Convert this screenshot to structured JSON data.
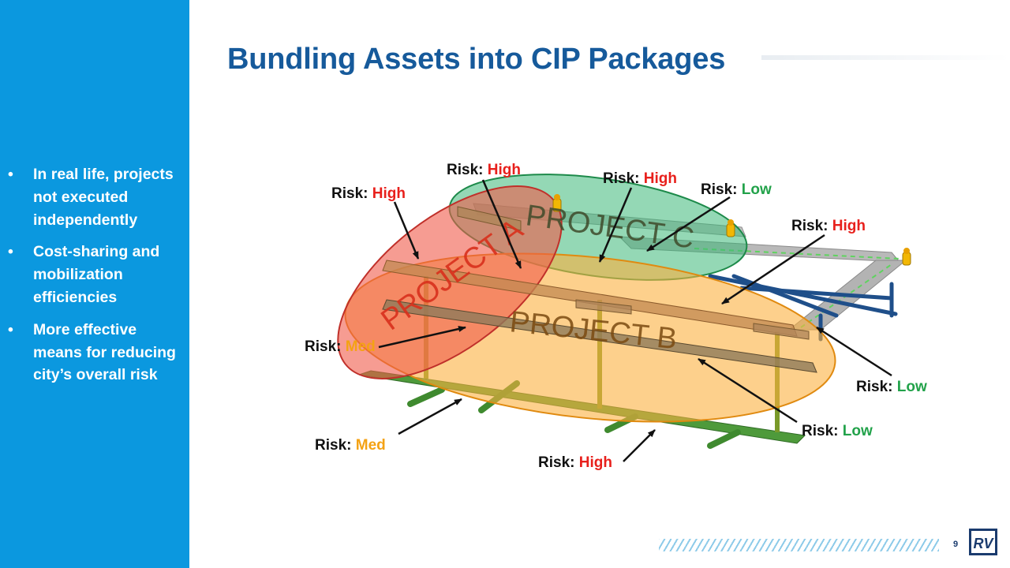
{
  "sidebar": {
    "bullets": [
      {
        "marker": "•",
        "text": "In real life, projects not executed independently"
      },
      {
        "marker": "•",
        "text": "Cost-sharing and mobilization efficiencies"
      },
      {
        "marker": "•",
        "text": "More effective means for reducing city’s overall risk"
      }
    ]
  },
  "title": "Bundling Assets into CIP Packages",
  "projects": {
    "a": "PROJECT A",
    "b": "PROJECT B",
    "c": "PROJECT C"
  },
  "risk_prefix": "Risk:",
  "risks": [
    {
      "level": "High",
      "color": "#e8201c"
    },
    {
      "level": "High",
      "color": "#e8201c"
    },
    {
      "level": "High",
      "color": "#e8201c"
    },
    {
      "level": "Low",
      "color": "#22a24a"
    },
    {
      "level": "High",
      "color": "#e8201c"
    },
    {
      "level": "Med",
      "color": "#f4a214"
    },
    {
      "level": "Low",
      "color": "#22a24a"
    },
    {
      "level": "Low",
      "color": "#22a24a"
    },
    {
      "level": "Med",
      "color": "#f4a214"
    },
    {
      "level": "High",
      "color": "#e8201c"
    }
  ],
  "colors": {
    "sidebar": "#0b98df",
    "title": "#165a9b",
    "project_a_fill": "#f05a4a",
    "project_b_fill": "#fbb040",
    "project_c_fill": "#3cb878"
  },
  "icons": [
    "fire-hydrant-icon",
    "rv-logo-icon"
  ],
  "footer": {
    "page_number": "9",
    "logo_text": "RV"
  }
}
